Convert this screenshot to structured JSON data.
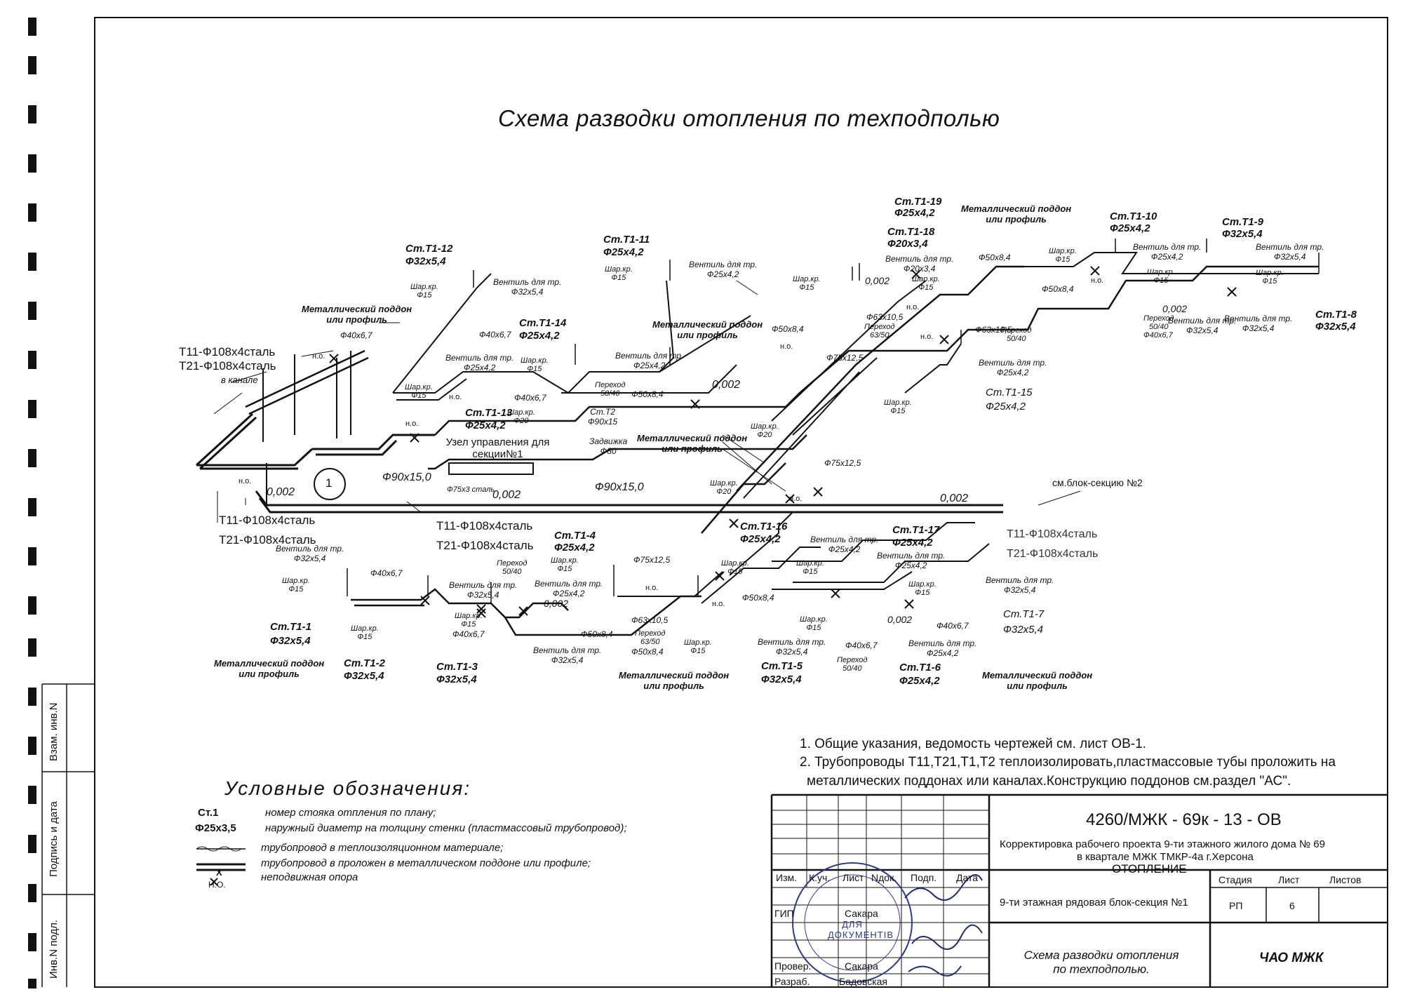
{
  "drawing": {
    "title": "Схема разводки отопления по техподполью",
    "risers": [
      {
        "name": "Ст.Т1-12",
        "dia": "Ф32х5,4"
      },
      {
        "name": "Ст.Т1-11",
        "dia": "Ф25х4,2"
      },
      {
        "name": "Ст.Т1-14",
        "dia": "Ф25х4,2"
      },
      {
        "name": "Ст.Т1-13",
        "dia": "Ф25х4,2"
      },
      {
        "name": "Ст.Т1-19",
        "dia": "Ф25х4,2"
      },
      {
        "name": "Ст.Т1-18",
        "dia": "Ф20х3,4"
      },
      {
        "name": "Ст.Т1-10",
        "dia": "Ф25х4,2"
      },
      {
        "name": "Ст.Т1-9",
        "dia": "Ф32х5,4"
      },
      {
        "name": "Ст.Т1-8",
        "dia": "Ф32х5,4"
      },
      {
        "name": "Ст.Т1-15",
        "dia": "Ф25х4,2"
      },
      {
        "name": "Ст.Т1-16",
        "dia": "Ф25х4,2"
      },
      {
        "name": "Ст.Т1-17",
        "dia": "Ф25х4,2"
      },
      {
        "name": "Ст.Т1-7",
        "dia": "Ф32х5,4"
      },
      {
        "name": "Ст.Т1-4",
        "dia": "Ф25х4,2"
      },
      {
        "name": "Ст.Т1-1",
        "dia": "Ф32х5,4"
      },
      {
        "name": "Ст.Т1-2",
        "dia": "Ф32х5,4"
      },
      {
        "name": "Ст.Т1-3",
        "dia": "Ф32х5,4"
      },
      {
        "name": "Ст.Т1-5",
        "dia": "Ф32х5,4"
      },
      {
        "name": "Ст.Т1-6",
        "dia": "Ф25х4,2"
      }
    ],
    "mains": {
      "t11_top": "Т11-Ф108х4сталь",
      "t21_top": "Т21-Ф108х4сталь",
      "in_channel": "в канале",
      "t11_left": "Т11-Ф108х4сталь",
      "t21_left": "Т21-Ф108х4сталь",
      "t11_mid": "Т11-Ф108х4сталь",
      "t21_mid": "Т21-Ф108х4сталь",
      "t11_right": "Т11-Ф108х4сталь",
      "t21_right": "Т21-Ф108х4сталь",
      "to_block": "см.блок-секцию №2",
      "control_unit": "Узел управления для секции№1",
      "callout": "1",
      "f90": "Ф90х15,0",
      "f90b": "Ф90х15,0",
      "f75x3": "Ф75х3 сталь",
      "slope1": "0,002",
      "slope2": "0,002",
      "slope3": "0,002",
      "slope4": "0,002"
    },
    "labels": {
      "valve": "Вентиль для тр.",
      "ball_valve": "Шар.кр.",
      "tray": "Металлический поддон",
      "or_profile": "или профиль",
      "fixed_support": "н.о.",
      "gate_valve": "Задвижка",
      "transition": "Переход",
      "f15": "Ф15",
      "f20": "Ф20",
      "f80": "Ф80",
      "f50": "Ф50х8,4",
      "f40": "Ф40х6,7",
      "f63": "Ф63х10,5",
      "f75": "Ф75х12,5",
      "t2": "Ст.Т2",
      "t2dia": "Ф90х15",
      "r5040": "50/40",
      "r6350": "63/50",
      "slope": "0,002",
      "v_f32": "Ф32х5,4",
      "v_f25": "Ф25х4,2",
      "v_f20": "Ф20х3,4"
    }
  },
  "legend": {
    "title": "Условные обозначения:",
    "items": [
      {
        "code": "Ст.1",
        "text": "номер стояка отпления по плану;"
      },
      {
        "code": "Ф25х3,5",
        "text": "наружный диаметр на толщину стенки (пластмассовый трубопровод);"
      },
      {
        "code": "",
        "text": "трубопровод в теплоизоляционном материале;"
      },
      {
        "code": "",
        "text": "трубопровод в проложен в металлическом поддоне или профиле;"
      },
      {
        "code": "Х",
        "code2": "Н.О.",
        "text": "неподвижная опора"
      }
    ]
  },
  "notes": {
    "n1": "1. Общие указания, ведомость чертежей см. лист ОВ-1.",
    "n2a": "2. Трубопроводы Т11,Т21,Т1,Т2  теплоизолировать,пластмассовые тубы проложить на",
    "n2b": "металлических поддонах или каналах.Конструкцию поддонов см.раздел \"АС\"."
  },
  "side_stamp": {
    "vzam": "Взам. инв.N",
    "podpis": "Подпись и дата",
    "inv": "Инв.N подл."
  },
  "title_block": {
    "code": "4260/МЖК - 69к - 13 - ОВ",
    "project_line1": "Корректировка рабочего проекта 9-ти этажного жилого дома № 69",
    "project_line2": "в квартале МЖК ТМКР-4а  г.Херсона",
    "section": "ОТОПЛЕНИЕ",
    "object": "9-ти этажная рядовая блок-секция №1",
    "drawing_name_1": "Схема разводки отопления",
    "drawing_name_2": "по техподполью.",
    "company": "ЧАО МЖК",
    "cols": [
      "Изм.",
      "К.уч.",
      "Лист",
      "Nдок.",
      "Подп.",
      "Дата"
    ],
    "stage_h": "Стадия",
    "sheet_h": "Лист",
    "sheets_h": "Листов",
    "stage": "РП",
    "sheet": "6",
    "sheets": "",
    "roles": [
      {
        "role": "ГИП",
        "name": "Сакара"
      },
      {
        "role": "Провер.",
        "name": "Сакара"
      },
      {
        "role": "Разраб.",
        "name": "Бадовская"
      }
    ],
    "seal_text": "ДЛЯ ДОКУМЕНТІВ"
  }
}
